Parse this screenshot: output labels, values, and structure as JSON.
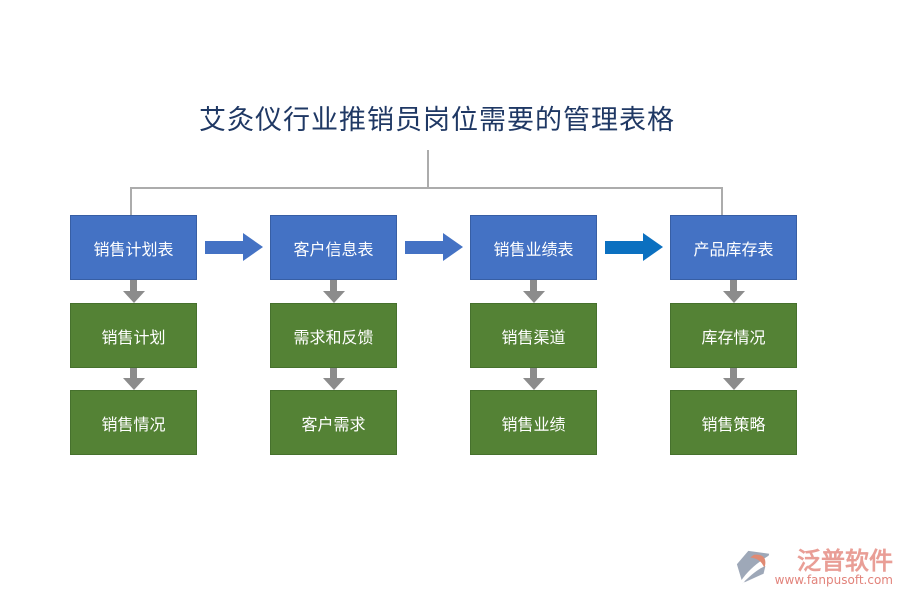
{
  "title": "艾灸仪行业推销员岗位需要的管理表格",
  "columns": [
    {
      "header": "销售计划表",
      "items": [
        "销售计划",
        "销售情况"
      ]
    },
    {
      "header": "客户信息表",
      "items": [
        "需求和反馈",
        "客户需求"
      ]
    },
    {
      "header": "销售业绩表",
      "items": [
        "销售渠道",
        "销售业绩"
      ]
    },
    {
      "header": "产品库存表",
      "items": [
        "库存情况",
        "销售策略"
      ]
    }
  ],
  "logo": {
    "brand": "泛普软件",
    "url": "www.fanpusoft.com"
  },
  "colors": {
    "title_navy": "#1F3864",
    "header_blue": "#4472C4",
    "item_green": "#548235",
    "flow_arrow_blue": "#4472C4",
    "flow_arrow_highlight": "#0B70C0",
    "down_arrow_gray": "#8C8C8C",
    "connector_gray": "#ACACAC",
    "logo_pink": "#E99E96",
    "logo_url_pink": "#E2837B"
  }
}
